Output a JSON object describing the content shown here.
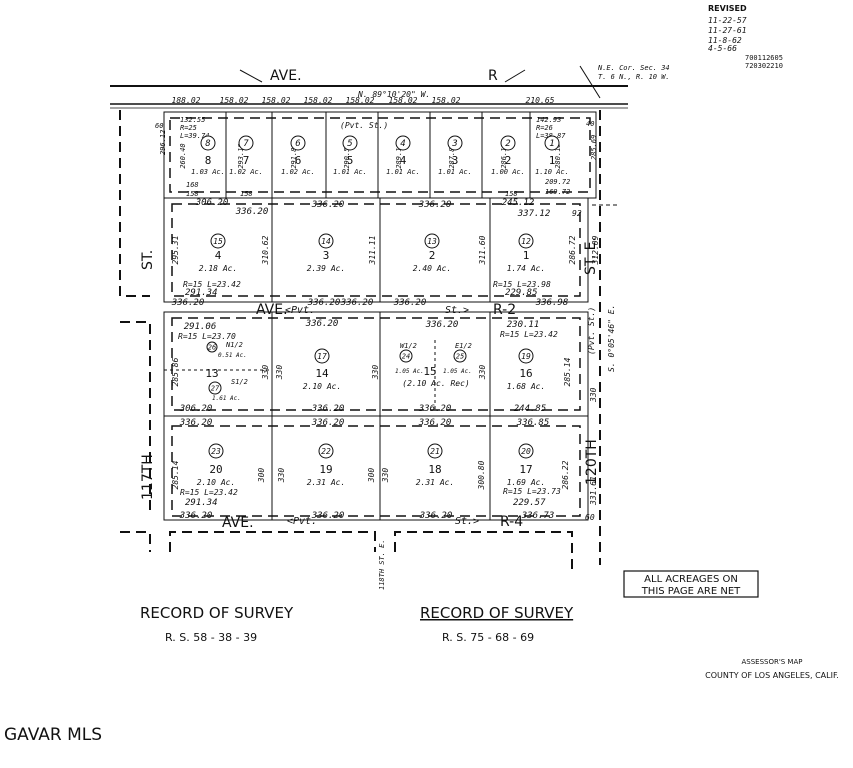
{
  "revised": {
    "title": "REVISED",
    "dates": [
      "11-22-57",
      "11-27-61",
      "11-8-62",
      "4-5-66"
    ],
    "codes": [
      "700112605",
      "720302210"
    ]
  },
  "corner_note": [
    "N.E. Cor. Sec. 34",
    "T. 6 N., R. 10 W."
  ],
  "streets": {
    "top": [
      "AVE.",
      "R"
    ],
    "bearing_top": "N. 89°10'20\" W.",
    "left_st": "ST.",
    "left_117": "117TH",
    "right_st": "ST. E.",
    "right_120": "120TH",
    "avenue_middle": "AVE.",
    "pvt_middle": "<Pvt.",
    "st_middle": "St.>",
    "r2": "R-2",
    "avenue_bottom": "AVE.",
    "pvt_bottom": "<Pvt.",
    "st_bottom": "St.>",
    "r4": "R-4",
    "st118": "118TH ST. E.",
    "pvt_st_top": "(Pvt. St.)",
    "pvt_right": "(Pvt. St.)",
    "bearing_right": "S. 0°05'46\" E."
  },
  "top_row": {
    "widths": [
      "188.02",
      "158.02",
      "158.02",
      "158.02",
      "158.02",
      "158.02",
      "158.02",
      "210.65"
    ],
    "lots": [
      {
        "circle": "8",
        "lot": "8",
        "area": "1.03 Ac."
      },
      {
        "circle": "7",
        "lot": "7",
        "area": "1.02 Ac."
      },
      {
        "circle": "6",
        "lot": "6",
        "area": "1.02 Ac."
      },
      {
        "circle": "5",
        "lot": "5",
        "area": "1.01 Ac."
      },
      {
        "circle": "4",
        "lot": "4",
        "area": "1.01 Ac."
      },
      {
        "circle": "3",
        "lot": "3",
        "area": "1.01 Ac."
      },
      {
        "circle": "2",
        "lot": "2",
        "area": "1.00 Ac."
      },
      {
        "circle": "1",
        "lot": "1",
        "area": "1.10 Ac."
      }
    ],
    "depths": [
      "260.40",
      "293.18",
      "291.84",
      "290.50",
      "289.16",
      "287.82",
      "286.18",
      "280.18"
    ],
    "curve_left": [
      "132.55",
      "R=25",
      "L=39.74"
    ],
    "curve_right": [
      "142.93",
      "R=26",
      "L=38.87"
    ],
    "bottom_left": [
      "168",
      "158"
    ],
    "bottom_158": "158",
    "bottom_right": [
      "209.72",
      "169.72"
    ],
    "side_left": [
      "60",
      "296.12"
    ],
    "side_right": [
      "40",
      "285.69"
    ]
  },
  "row2": {
    "top_widths": [
      "306.20",
      "336.20",
      "336.20",
      "336.20",
      "245.12",
      "337.12"
    ],
    "lots": [
      {
        "circle": "15",
        "lot": "4",
        "area": "2.18 Ac."
      },
      {
        "circle": "14",
        "lot": "3",
        "area": "2.39 Ac."
      },
      {
        "circle": "13",
        "lot": "2",
        "area": "2.40 Ac."
      },
      {
        "circle": "12",
        "lot": "1",
        "area": "1.74 Ac."
      }
    ],
    "depths": [
      "295.31",
      "310.62",
      "311.11",
      "311.60",
      "286.72",
      "312.09"
    ],
    "bottom_widths": [
      "336.20",
      "336.20",
      "336.20",
      "336.20",
      "336.98"
    ],
    "curve_left": "R=15 L=23.42",
    "curve_left_width": "291.34",
    "curve_right": "R=15 L=23.98",
    "curve_right_width": "229.85",
    "side_92": "92"
  },
  "row3": {
    "top_widths": [
      "291.06",
      "336.20",
      "336.20",
      "230.11"
    ],
    "curve_left": "R=15 L=23.70",
    "curve_right": "R=15 L=23.42",
    "lots": [
      {
        "circle": "26",
        "lot": "13",
        "sub": "N1/2",
        "area": "0.51 Ac."
      },
      {
        "circle": "27",
        "sub": "S1/2",
        "area": "1.61 Ac."
      },
      {
        "circle": "17",
        "lot": "14",
        "area": "2.10 Ac."
      },
      {
        "circle": "24",
        "sub": "W1/2",
        "area": "1.05 Ac."
      },
      {
        "circle": "25",
        "sub": "E1/2",
        "area": "1.05 Ac."
      },
      {
        "lot": "15",
        "area": "(2.10 Ac. Rec)"
      },
      {
        "circle": "19",
        "lot": "16",
        "area": "1.68 Ac."
      }
    ],
    "depths": [
      "285.86",
      "330",
      "330",
      "330",
      "330",
      "285.14"
    ],
    "bottom_widths": [
      "306.20",
      "336.20",
      "336.20",
      "244.85"
    ],
    "side_330": "330"
  },
  "row4": {
    "top_widths": [
      "336.20",
      "336.20",
      "336.20",
      "336.85"
    ],
    "lots": [
      {
        "circle": "23",
        "lot": "20",
        "area": "2.10 Ac."
      },
      {
        "circle": "22",
        "lot": "19",
        "area": "2.31 Ac."
      },
      {
        "circle": "21",
        "lot": "18",
        "area": "2.31 Ac."
      },
      {
        "circle": "20",
        "lot": "17",
        "area": "1.69 Ac."
      }
    ],
    "depths": [
      "285.14",
      "300",
      "330",
      "300",
      "330",
      "300.80",
      "286.22"
    ],
    "curve_left": "R=15 L=23.42",
    "curve_left_width": "291.34",
    "curve_right": "R=15 L=23.73",
    "curve_right_width": "229.57",
    "bottom_widths": [
      "336.20",
      "336.20",
      "336.20",
      "336.73"
    ],
    "side_331": "331.61",
    "side_60": "60"
  },
  "surveys": {
    "left_title": "RECORD OF SURVEY",
    "left_ref": "R. S. 58 - 38 - 39",
    "right_title": "RECORD OF SURVEY",
    "right_ref": "R. S. 75 - 68 - 69"
  },
  "note_box": [
    "ALL ACREAGES ON",
    "THIS PAGE ARE NET"
  ],
  "assessor": [
    "ASSESSOR'S MAP",
    "COUNTY OF LOS ANGELES, CALIF."
  ],
  "watermark": "GAVAR MLS"
}
